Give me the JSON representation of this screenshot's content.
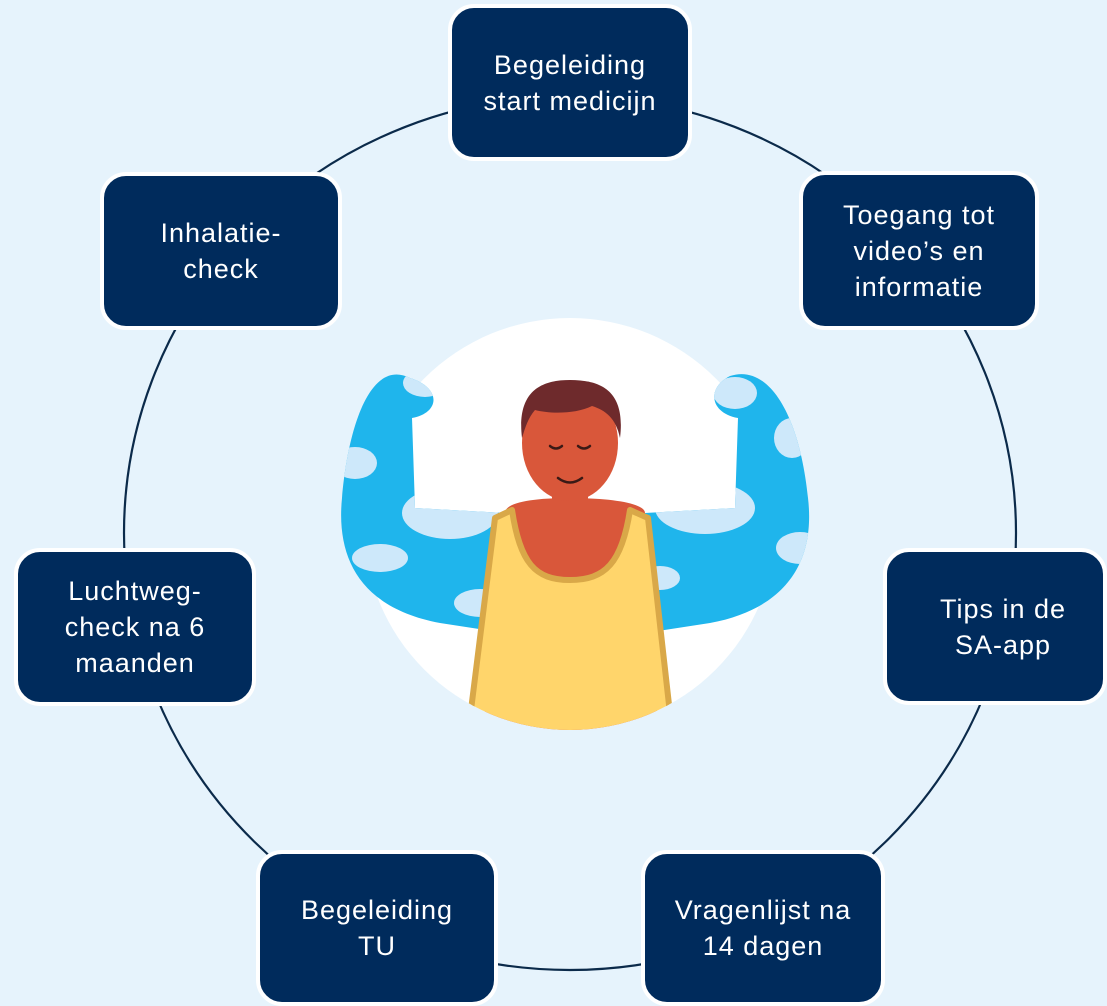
{
  "colors": {
    "background": "#e6f3fc",
    "node_fill": "#002b5c",
    "node_border": "#ffffff",
    "ring_line": "#0b2a4a",
    "sky": "#1fb5ec",
    "cloud": "#cde8fa",
    "skin": "#d9573a",
    "hair": "#6e2a2c",
    "shirt": "#ffd56b",
    "shirt_trim": "#d9a848"
  },
  "diagram": {
    "type": "cycle",
    "center": {
      "icon": "flexing-man-illustration"
    },
    "steps": [
      {
        "id": "begeleiding-start-medicijn",
        "label": "Begeleiding\nstart medicijn"
      },
      {
        "id": "toegang-videos",
        "label": "Toegang tot\nvideo’s  en\ninformatie"
      },
      {
        "id": "tips-sa-app",
        "label": "Tips in de\nSA-app"
      },
      {
        "id": "vragenlijst-14-dagen",
        "label": "Vragenlijst na\n14 dagen"
      },
      {
        "id": "begeleiding-tu",
        "label": "Begeleiding\nTU"
      },
      {
        "id": "luchtweg-check",
        "label": "Luchtweg-\ncheck na 6\nmaanden"
      },
      {
        "id": "inhalatie-check",
        "label": "Inhalatie-\ncheck"
      }
    ]
  }
}
